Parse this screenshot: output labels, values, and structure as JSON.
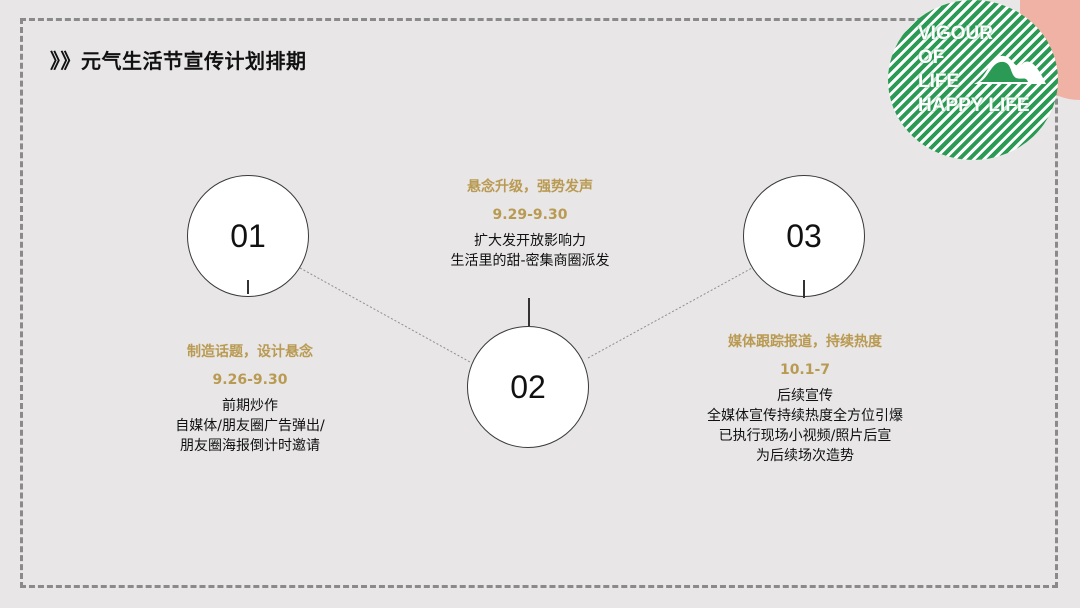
{
  "title": "》》元气生活节宣传计划排期",
  "logo": {
    "lines": [
      "VIGOUR",
      "OF",
      "LIFE",
      "HAPPY LIFE"
    ]
  },
  "steps": [
    {
      "number": "01",
      "heading": "制造话题，设计悬念",
      "date": "9.26-9.30",
      "lines": [
        "前期炒作",
        "自媒体/朋友圈广告弹出/",
        "朋友圈海报倒计时邀请"
      ]
    },
    {
      "number": "02",
      "heading": "悬念升级，强势发声",
      "date": "9.29-9.30",
      "lines": [
        "扩大发开放影响力",
        "生活里的甜-密集商圈派发"
      ]
    },
    {
      "number": "03",
      "heading": "媒体跟踪报道，持续热度",
      "date": "10.1-7",
      "lines": [
        "后续宣传",
        "全媒体宣传持续热度全方位引爆",
        "已执行现场小视频/照片后宣",
        "为后续场次造势"
      ]
    }
  ],
  "colors": {
    "accent": "#b99a52",
    "logo_green": "#2a9a54",
    "corner": "#efb2a4",
    "background": "#e8e6e6"
  }
}
